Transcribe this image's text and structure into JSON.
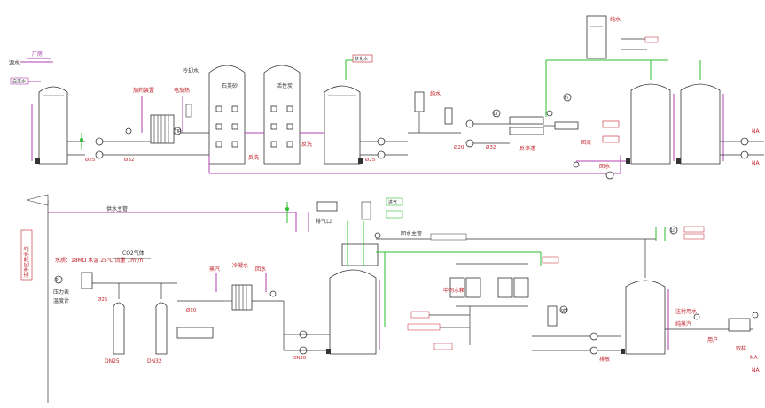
{
  "labels": {
    "plant": "厂房",
    "water_source": "源水",
    "supply_tag": "自来水",
    "dosing_left": "加药装置",
    "cold_water": "冷却水",
    "heater": "电加热",
    "tank_label_a": "石英砂",
    "tank_label_b": "活性炭",
    "backwash_a": "反洗",
    "backwash_b": "反洗",
    "softener_tag": "软化水",
    "pure_water_a": "纯水",
    "pure_water_b": "纯水",
    "ro_note": "反渗透",
    "recycle": "回流",
    "return_water": "回水",
    "mid_water_tag": "中间水箱",
    "ce_gas": "CO2气体",
    "lower_note": "水质：18MΩ 水温 25℃ 流量 1m³/h",
    "side_note": "洁净区用水点",
    "vent": "排气口",
    "gas_in": "进气",
    "left_gauge_a": "压力表",
    "left_gauge_b": "温度计",
    "steam_a": "蒸汽",
    "steam_b": "冷凝水",
    "steam_c": "回水",
    "top_line": "供水主管",
    "loop_line": "回水主管",
    "drain": "排放",
    "to_user": "用户",
    "lower_right_a": "注射用水",
    "lower_right_b": "纯蒸汽",
    "sample": "取样",
    "tag_tir": "TIR",
    "tag_pi": "PI",
    "tag_ci": "CI",
    "tag_fi": "FI",
    "tag_li": "LI",
    "tag_ph": "pH",
    "valve_tags": [
      "Ø25",
      "Ø32",
      "Ø25",
      "Ø20",
      "Ø32",
      "Ø25",
      "Ø20",
      "DN25",
      "DN32",
      "DN20"
    ],
    "right_tags": [
      "NA",
      "NA",
      "NA",
      "NA"
    ]
  },
  "colors": {
    "green_line": "#2fbf2f",
    "purple_line": "#b040b0",
    "black_line": "#333333",
    "red_text": "#c0202a"
  }
}
